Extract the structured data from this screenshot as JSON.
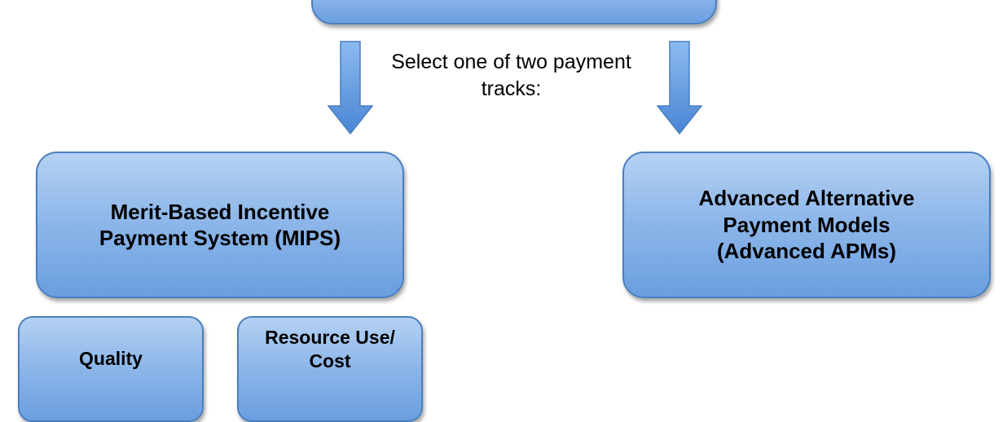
{
  "top_box": {
    "label": ""
  },
  "prompt": {
    "text": "Select one of two payment\ntracks:"
  },
  "tracks": {
    "mips": {
      "label": "Merit-Based Incentive\nPayment System (MIPS)"
    },
    "apms": {
      "label": "Advanced Alternative\nPayment Models\n(Advanced APMs)"
    }
  },
  "mips_components": {
    "quality": {
      "label": "Quality"
    },
    "resource_use": {
      "label": "Resource Use/\nCost"
    }
  },
  "colors": {
    "box_fill_top": "#b5d1f3",
    "box_fill_bottom": "#6a9ee0",
    "box_border": "#4a7fbf",
    "arrow_fill_top": "#7fb0ea",
    "arrow_fill_bottom": "#4a86d4"
  }
}
